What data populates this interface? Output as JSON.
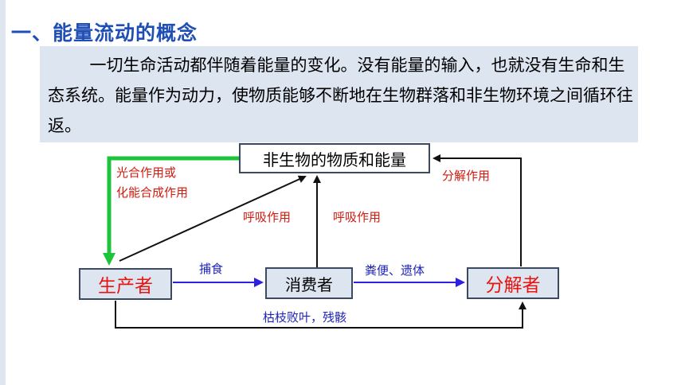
{
  "slide": {
    "heading": "一、能量流动的概念",
    "intro": "一切生命活动都伴随着能量的变化。没有能量的输入，也就没有生命和生态系统。能量作为动力，使物质能够不断地在生物群落和非生物环境之间循环往返。"
  },
  "diagram": {
    "nodes": {
      "environment": "非生物的物质和能量",
      "producer": "生产者",
      "consumer": "消费者",
      "decomposer": "分解者"
    },
    "labels": {
      "photosynthesis_line1": "光合作用或",
      "photosynthesis_line2": "化能合成作用",
      "respiration_producer": "呼吸作用",
      "respiration_consumer": "呼吸作用",
      "decomposition": "分解作用",
      "predation": "捕食",
      "feces_remains": "粪便、遗体",
      "litter": "枯枝败叶，残骸"
    },
    "colors": {
      "heading": "#1f4fb4",
      "green_arrow": "#1bc43a",
      "blue_arrow": "#2b22e0",
      "black_arrow": "#111111",
      "red_text": "#d11a10"
    }
  }
}
